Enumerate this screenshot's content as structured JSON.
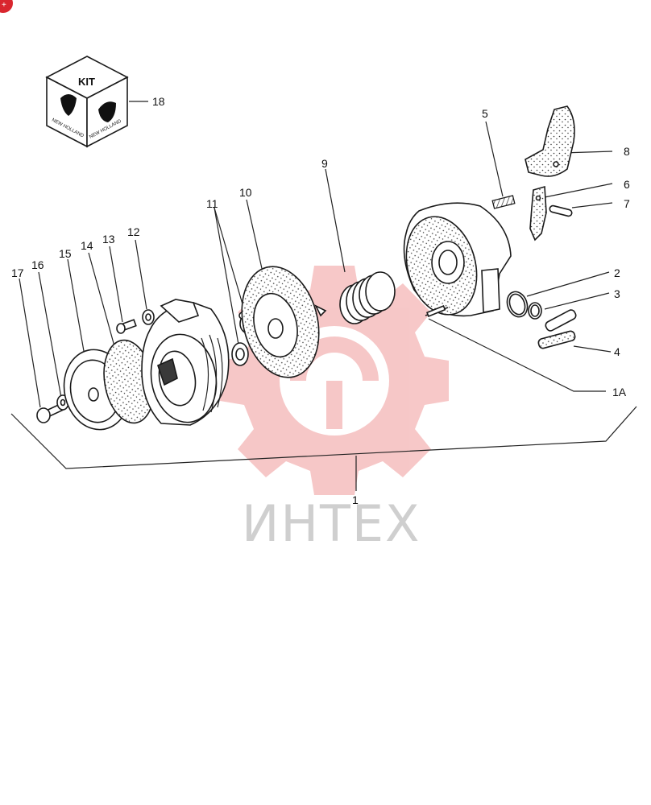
{
  "watermark": {
    "text": "ИНТЕХ"
  },
  "kit_box": {
    "title": "KIT",
    "brand_left": "NEW HOLLAND",
    "brand_right": "NEW HOLLAND"
  },
  "callouts": [
    "1",
    "1A",
    "2",
    "3",
    "4",
    "5",
    "6",
    "7",
    "8",
    "9",
    "10",
    "11",
    "12",
    "13",
    "14",
    "15",
    "16",
    "17",
    "18"
  ]
}
